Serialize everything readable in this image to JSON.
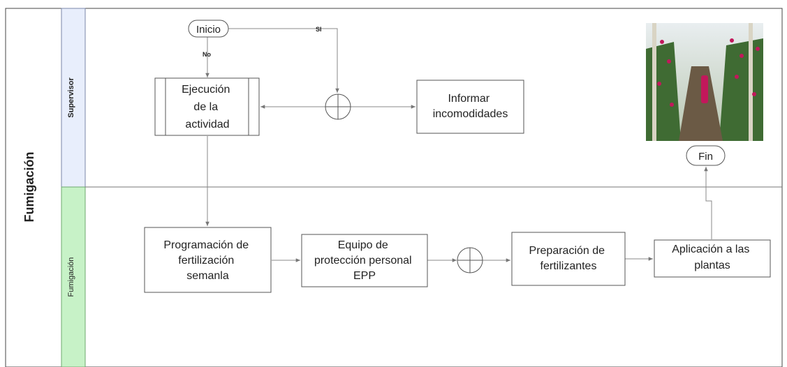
{
  "pool": {
    "title": "Fumigación"
  },
  "lanes": [
    {
      "label": "Supervisor",
      "color": "#e8eefc"
    },
    {
      "label": "Fumigación",
      "color": "#c7f2c7"
    }
  ],
  "events": {
    "start": "Inicio",
    "end": "Fin"
  },
  "tasks": {
    "ejecucion": [
      "Ejecución",
      "de la",
      "actividad"
    ],
    "informar": [
      "Informar",
      "incomodidades"
    ],
    "programacion": [
      "Programación de",
      "fertilización",
      "semanla"
    ],
    "equipo": [
      "Equipo de",
      "protección personal",
      "EPP"
    ],
    "preparacion": [
      "Preparación de",
      "fertilizantes"
    ],
    "aplicacion": [
      "Aplicación a las",
      "plantas"
    ]
  },
  "edge_labels": {
    "yes": "SI",
    "no": "No"
  },
  "photo": {
    "alt": "greenhouse-photo",
    "sky": "#dfe6ea",
    "foliage": "#3f6b33",
    "flower": "#c2185b"
  }
}
